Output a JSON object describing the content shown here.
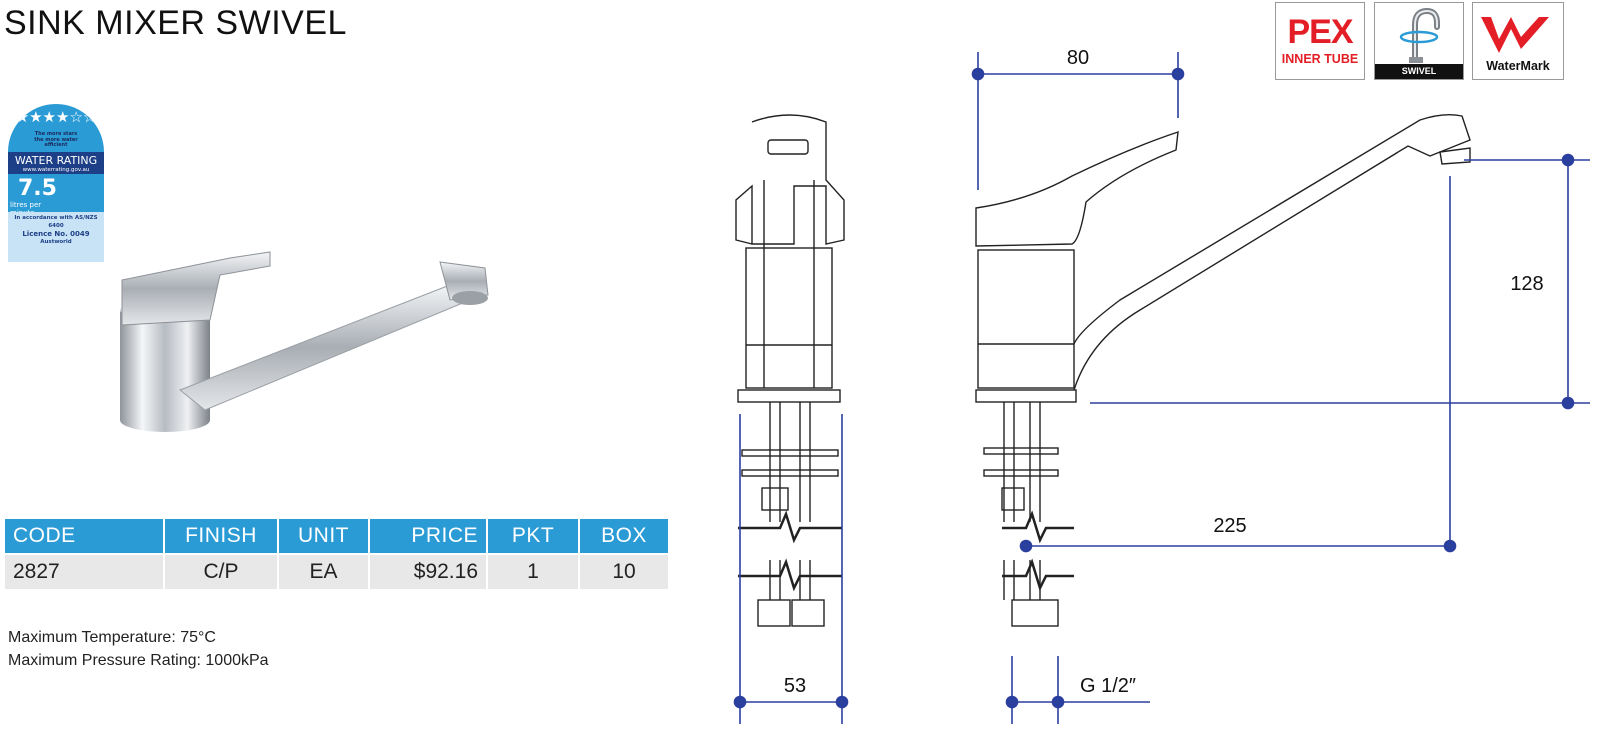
{
  "title": "SINK MIXER SWIVEL",
  "water_rating": {
    "stars_text": "★★★★☆☆",
    "blurb": "The more stars the more water efficient",
    "heading": "WATER RATING",
    "url": "www.waterrating.gov.au",
    "value": "7.5",
    "unit": "litres per minute",
    "standard": "In accordance with AS/NZS 6400",
    "licence": "Licence No. 0049",
    "company": "Austworld"
  },
  "table": {
    "headers": {
      "code": "CODE",
      "finish": "FINISH",
      "unit": "UNIT",
      "price": "PRICE",
      "pkt": "PKT",
      "box": "BOX"
    },
    "row": {
      "code": "2827",
      "finish": "C/P",
      "unit": "EA",
      "price": "$92.16",
      "pkt": "1",
      "box": "10"
    }
  },
  "notes": {
    "max_temp": "Maximum Temperature: 75°C",
    "max_pressure": "Maximum Pressure Rating: 1000kPa"
  },
  "badges": {
    "pex_main": "PEX",
    "pex_sub": "INNER TUBE",
    "swivel": "SWIVEL",
    "watermark": "WaterMark"
  },
  "dimensions": {
    "handle_reach": "80",
    "spout_height": "128",
    "spout_reach": "225",
    "body_width": "53",
    "thread": "G 1/2″"
  },
  "colors": {
    "accent": "#2b9bd6",
    "dim_line": "#2a3f9e",
    "pex_red": "#e41e26"
  }
}
